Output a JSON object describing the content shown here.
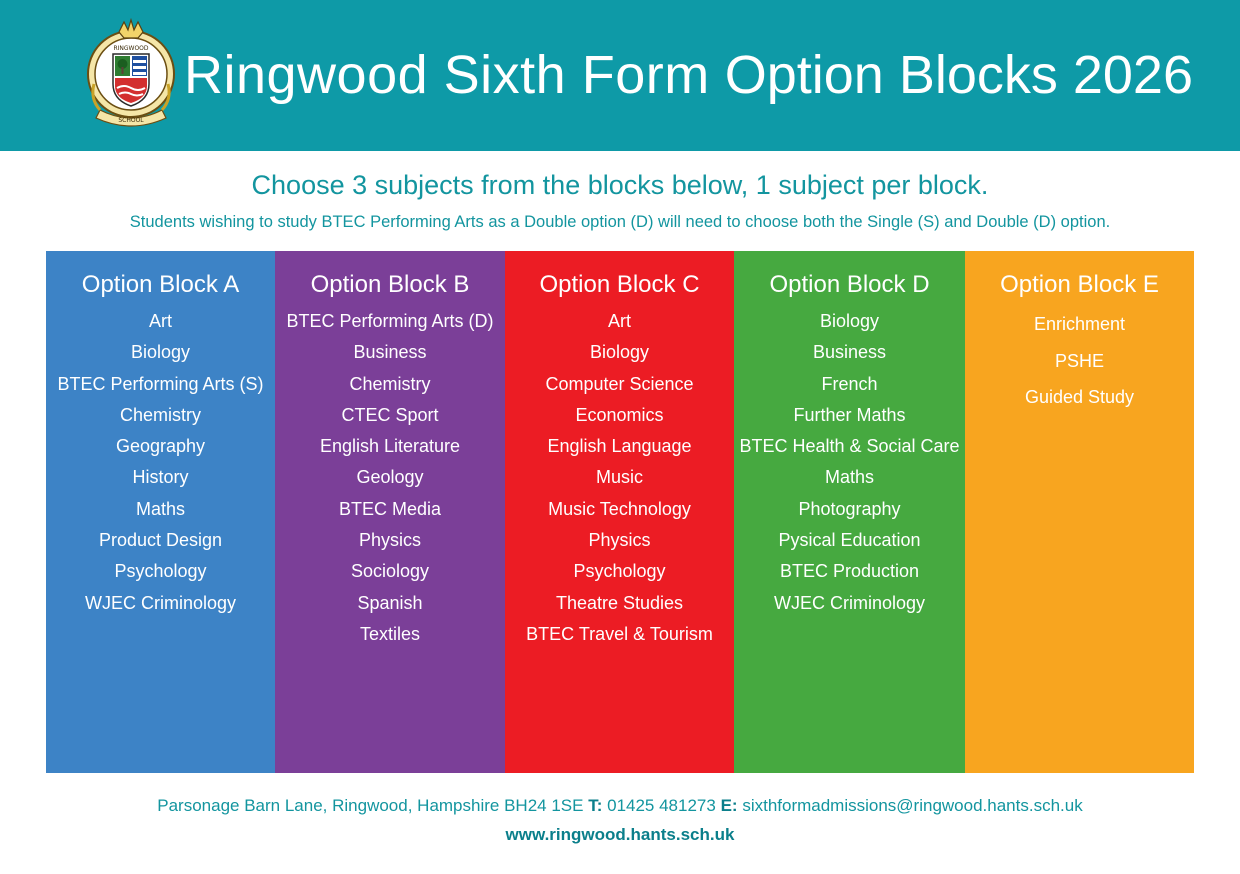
{
  "header": {
    "crest_ring_top": "RINGWOOD",
    "crest_ring_bottom": "SCHOOL",
    "title_light": "Ringwood Sixth Form",
    "title_bold": "Option Blocks 2026",
    "background_color": "#0e9aa7"
  },
  "intro": {
    "heading": "Choose 3 subjects from the blocks below, 1 subject per block.",
    "note": "Students wishing to study BTEC Performing Arts as a Double option (D) will  need to choose  both the Single (S) and Double (D) option."
  },
  "blocks": [
    {
      "title": "Option Block A",
      "color": "#3d83c6",
      "subjects": [
        "Art",
        "Biology",
        "BTEC Performing Arts (S)",
        "Chemistry",
        "Geography",
        "History",
        "Maths",
        "Product Design",
        "Psychology",
        "WJEC Criminology"
      ]
    },
    {
      "title": "Option Block B",
      "color": "#7b3f98",
      "subjects": [
        "BTEC Performing Arts (D)",
        "Business",
        "Chemistry",
        "CTEC Sport",
        "English Literature",
        "Geology",
        "BTEC Media",
        "Physics",
        "Sociology",
        "Spanish",
        "Textiles"
      ]
    },
    {
      "title": "Option Block C",
      "color": "#ec1c24",
      "subjects": [
        "Art",
        "Biology",
        "Computer Science",
        "Economics",
        "English Language",
        "Music",
        "Music Technology",
        "Physics",
        "Psychology",
        "Theatre Studies",
        "BTEC Travel & Tourism"
      ]
    },
    {
      "title": "Option Block D",
      "color": "#46a940",
      "subjects": [
        "Biology",
        "Business",
        "French",
        "Further Maths",
        "BTEC Health & Social Care",
        "Maths",
        "Photography",
        "Pysical Education",
        "BTEC Production",
        "WJEC Criminology"
      ]
    },
    {
      "title": "Option Block E",
      "color": "#f8a51f",
      "subjects": [
        "Enrichment",
        "PSHE",
        "Guided Study"
      ]
    }
  ],
  "footer": {
    "address": "Parsonage Barn Lane, Ringwood, Hampshire BH24 1SE",
    "phone_label": "T:",
    "phone": "01425 481273",
    "email_label": "E:",
    "email": "sixthformadmissions@ringwood.hants.sch.uk",
    "website": "www.ringwood.hants.sch.uk"
  }
}
